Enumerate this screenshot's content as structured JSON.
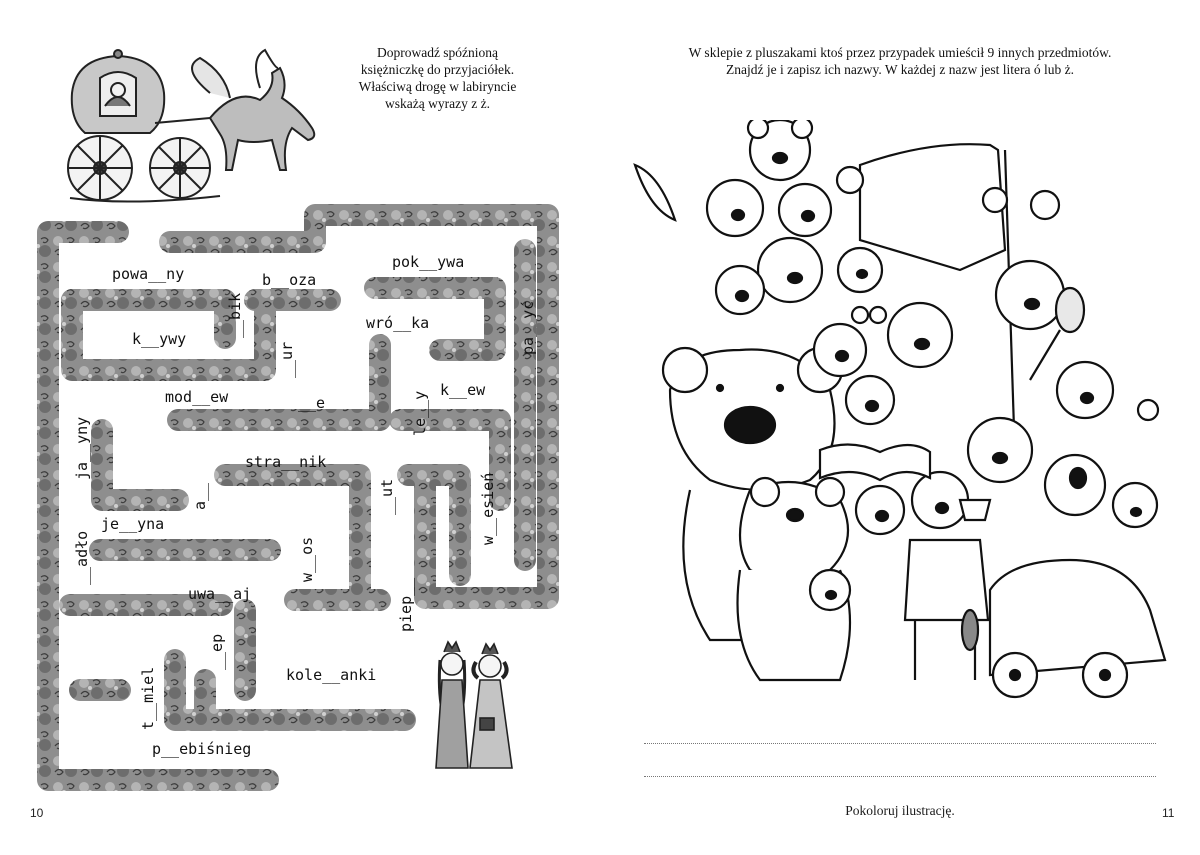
{
  "left_page": {
    "instruction": [
      "Doprowadź spóźnioną",
      "księżniczkę do przyjaciółek.",
      "Właściwą drogę w labiryncie",
      "wskażą wyrazy z ż."
    ],
    "page_number": "10",
    "maze_words": {
      "powa_ny": "powa__ny",
      "b_oza": "b__oza",
      "pok_ywa": "pok__ywa",
      "bik": "__bik",
      "k_ywy": "k__ywy",
      "wro_ka": "wró__ka",
      "pa_yc": "pa__yć",
      "ur": "__ur",
      "mod_ew": "mod__ew",
      "e": "__e",
      "le_y": "le__y",
      "k_ew": "k__ew",
      "ja_yny": "ja__yny",
      "stra_nik": "stra__nik",
      "a": "a__",
      "ut": "__ut",
      "w_esien": "w__esień",
      "adlo": "__adło",
      "je_yna": "je__yna",
      "w_os": "w__os",
      "uwa_aj": "uwa__aj",
      "piep": "piep__",
      "t_miel": "t__miel",
      "ep": "__ep",
      "kole_anki": "kole__anki",
      "p_ebisnieg": "p__ebiśnieg"
    }
  },
  "right_page": {
    "instruction": [
      "W sklepie z pluszakami ktoś przez przypadek umieścił 9 innych przedmiotów.",
      "Znajdź je i zapisz ich nazwy. W każdej z nazw jest litera ó lub ż."
    ],
    "footer": "Pokoloruj ilustrację.",
    "page_number": "11"
  },
  "colors": {
    "ink": "#111111",
    "hedge": "#8c8c8c",
    "hedge_dark": "#4a4a4a",
    "paper": "#ffffff",
    "dots": "#777777"
  }
}
